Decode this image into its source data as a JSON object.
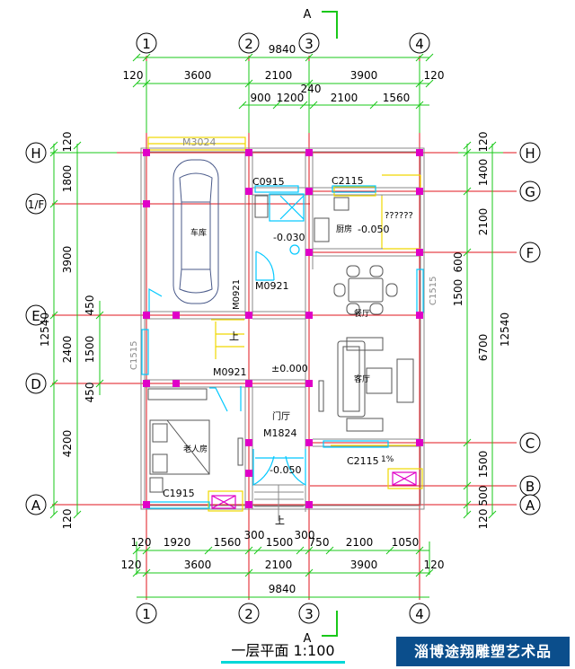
{
  "plan": {
    "columns": [
      "1",
      "2",
      "3",
      "4"
    ],
    "rows": [
      "H",
      "1/F",
      "F",
      "E",
      "D",
      "C",
      "B",
      "A"
    ],
    "rows_left": [
      "H",
      "1/F",
      "E",
      "D",
      "A"
    ],
    "rows_right": [
      "H",
      "G",
      "F",
      "C",
      "B",
      "A"
    ],
    "section_mark": "A"
  },
  "dimensions": {
    "total_width": "9840",
    "top_row": [
      "120",
      "3600",
      "2100",
      "3900",
      "120"
    ],
    "top_row2": [
      "900",
      "1200",
      "240",
      "2100",
      "1560"
    ],
    "bottom_row1": [
      "120",
      "1920",
      "1560",
      "300",
      "1500",
      "300",
      "750",
      "2100",
      "1050"
    ],
    "bottom_row2": [
      "120",
      "3600",
      "2100",
      "3900",
      "120"
    ],
    "left_outer": [
      "120",
      "1800",
      "3900",
      "2400",
      "4200",
      "120"
    ],
    "left_total": "12540",
    "left_inner": [
      "450",
      "1500",
      "450"
    ],
    "right_outer": [
      "120",
      "1400",
      "2100",
      "6700",
      "1500",
      "500",
      "120"
    ],
    "right_total": "12540",
    "right_inner": [
      "600",
      "1500"
    ]
  },
  "labels": {
    "door_garage": "M3024",
    "win_c0915": "C0915",
    "win_c2115_top": "C2115",
    "unknown_room": "??????",
    "room_garage": "车库",
    "room_kitchen": "厨房",
    "level_kitchen": "-0.050",
    "level_bath": "-0.030",
    "door_bath": "M0921",
    "door_stair": "M0921",
    "door_bedroom": "M0921",
    "win_left": "C1515",
    "win_right": "C1515",
    "room_dining": "餐厅",
    "stair_up": "上",
    "level_main": "±0.000",
    "room_living": "客厅",
    "room_hall": "门厅",
    "door_main": "M1824",
    "room_bedroom": "老人房",
    "level_porch": "-0.050",
    "win_c2115_bottom": "C2115",
    "win_c1915": "C1915",
    "stair_up2": "上",
    "porch_mark": "1%"
  },
  "caption": "一层平面  1:100",
  "brand": "淄博途翔雕塑艺术品"
}
